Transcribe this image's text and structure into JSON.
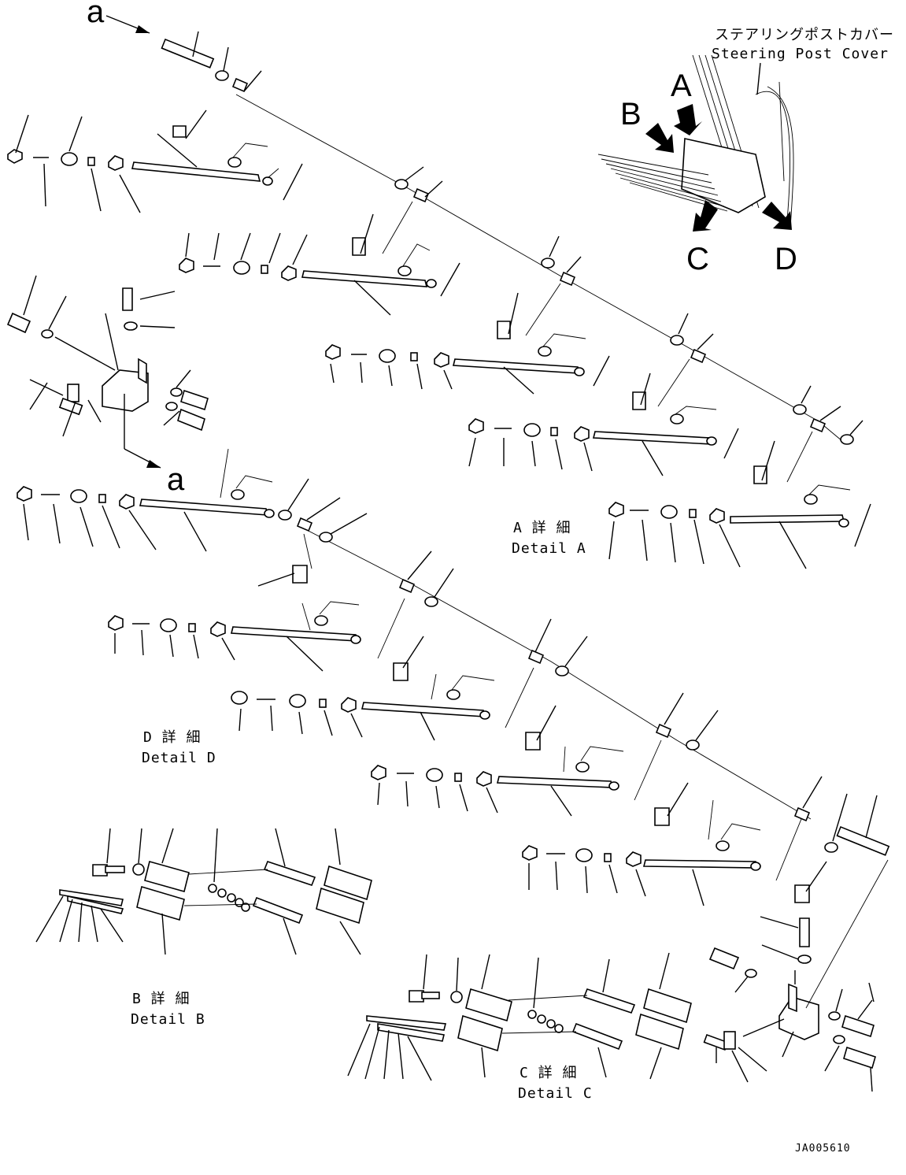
{
  "letters": {
    "a_top": "a",
    "a_mid": "a",
    "A": "A",
    "B": "B",
    "C": "C",
    "D": "D"
  },
  "cover_label": {
    "jp": "ステアリングポストカバー",
    "en": "Steering Post Cover"
  },
  "details": {
    "A": {
      "jp": "A 詳 細",
      "en": "Detail A"
    },
    "B": {
      "jp": "B 詳 細",
      "en": "Detail B"
    },
    "C": {
      "jp": "C 詳 細",
      "en": "Detail C"
    },
    "D": {
      "jp": "D 詳 細",
      "en": "Detail D"
    }
  },
  "drawing_code": "JA005610"
}
